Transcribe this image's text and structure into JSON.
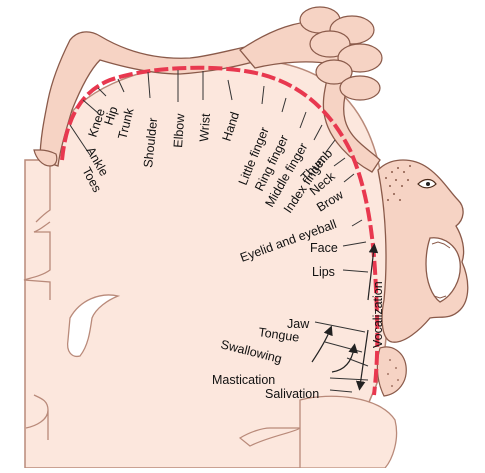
{
  "colors": {
    "brain_fill": "#fce7dd",
    "brain_outline": "#b98a7a",
    "homunculus_fill": "#f6d3c4",
    "homunculus_outline": "#8a5a4a",
    "cortex_strip": "#e8384f",
    "leader_line": "#333333",
    "background": "#ffffff"
  },
  "labels": {
    "toes": "Toes",
    "ankle": "Ankle",
    "knee": "Knee",
    "hip": "Hip",
    "trunk": "Trunk",
    "shoulder": "Shoulder",
    "elbow": "Elbow",
    "wrist": "Wrist",
    "hand": "Hand",
    "little_finger": "Little finger",
    "ring_finger": "Ring finger",
    "middle_finger": "Middle finger",
    "index_finger": "Index finger",
    "thumb": "Thumb",
    "neck": "Neck",
    "brow": "Brow",
    "eyelid_eyeball": "Eyelid and eyeball",
    "face": "Face",
    "lips": "Lips",
    "vocalization": "Vocalization",
    "jaw": "Jaw",
    "tongue": "Tongue",
    "swallowing": "Swallowing",
    "mastication": "Mastication",
    "salivation": "Salivation"
  }
}
